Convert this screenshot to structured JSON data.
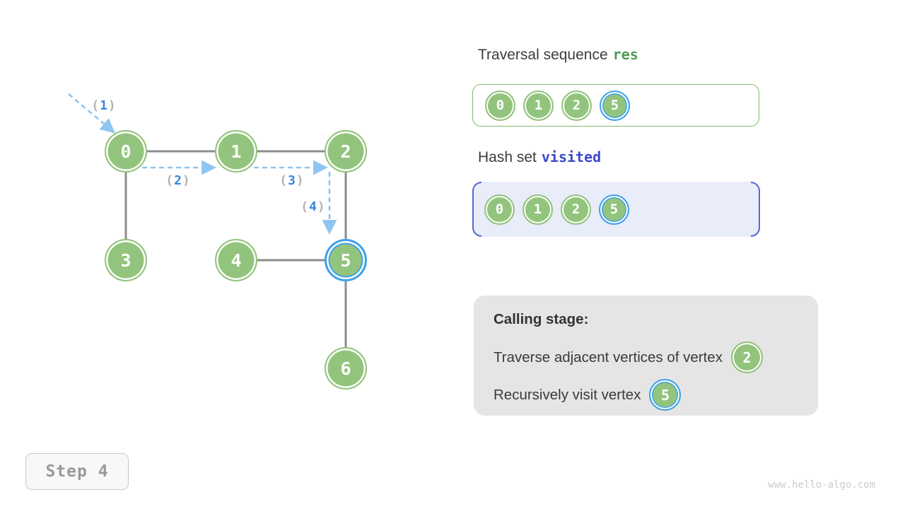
{
  "graph": {
    "nodes": [
      "0",
      "1",
      "2",
      "3",
      "4",
      "5",
      "6"
    ],
    "edges": [
      "0-1",
      "1-2",
      "0-3",
      "4-5",
      "2-5",
      "5-6"
    ],
    "highlighted_node": "5",
    "paren_open": "(",
    "paren_close": ")",
    "arrows": [
      "1",
      "2",
      "3",
      "4"
    ]
  },
  "panels": {
    "res": {
      "title_prefix": "Traversal sequence",
      "title_code": "res",
      "items": [
        "0",
        "1",
        "2",
        "5"
      ],
      "highlighted_item": "5"
    },
    "visited": {
      "title_prefix": "Hash set",
      "title_code": "visited",
      "items": [
        "0",
        "1",
        "2",
        "5"
      ],
      "highlighted_item": "5"
    },
    "calling": {
      "title": "Calling stage:",
      "line1_text": "Traverse adjacent vertices of vertex",
      "line1_node": "2",
      "line2_text": "Recursively visit vertex",
      "line2_node": "5"
    }
  },
  "step_label": "Step 4",
  "watermark": "www.hello-algo.com",
  "colors": {
    "node_green": "#93c47d",
    "highlight_blue": "#41a2e8",
    "dashed_arrow_blue": "#8fc5f0",
    "arrow_number_blue": "#3787dc",
    "edge_gray": "#8c8c8c",
    "res_code_green": "#4e9b51",
    "visited_code_indigo": "#3a4ac8",
    "visited_box_bg": "#e9ecf9",
    "visited_bracket": "#5768ce",
    "calling_box_bg": "#e5e5e5"
  }
}
